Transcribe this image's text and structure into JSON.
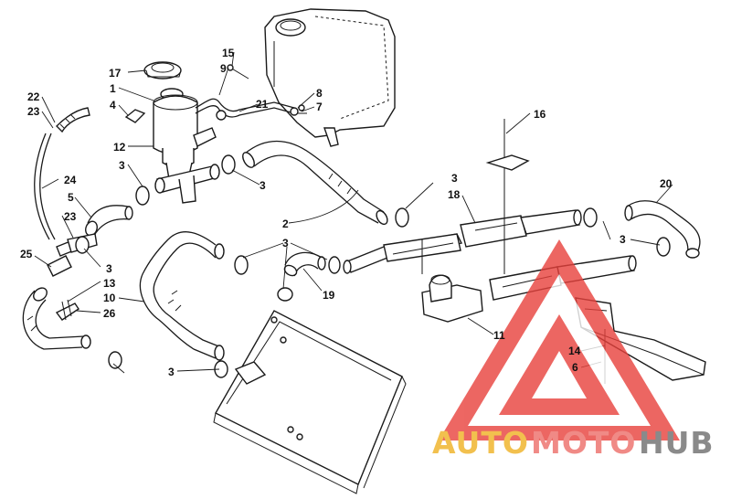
{
  "callouts": {
    "c1": "1",
    "c2": "2",
    "c3": "3",
    "c4": "4",
    "c5": "5",
    "c6": "6",
    "c7": "7",
    "c8": "8",
    "c9": "9",
    "c10": "10",
    "c11": "11",
    "c12": "12",
    "c13": "13",
    "c14": "14",
    "c15": "15",
    "c16": "16",
    "c17": "17",
    "c18": "18",
    "c19": "19",
    "c20": "20",
    "c21": "21",
    "c22": "22",
    "c23": "23",
    "c24": "24",
    "c25": "25",
    "c26": "26"
  },
  "watermark": {
    "word_auto": "AUTO",
    "word_moto": "MOTO",
    "word_hub": "HUB",
    "color_auto": "#f2c04e",
    "color_moto": "#f08a86",
    "color_hub": "#8a8a8a",
    "color_triangle": "#e8413c"
  }
}
